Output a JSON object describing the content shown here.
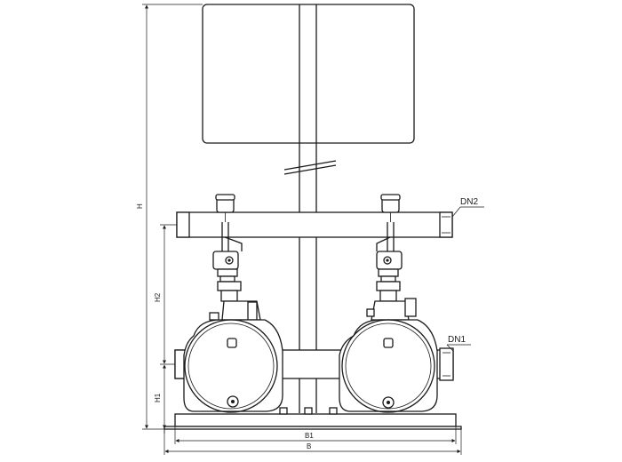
{
  "labels": {
    "dn2": "DN2",
    "dn1": "DN1",
    "h": "H",
    "h2": "H2",
    "h1": "H1",
    "b1": "B1",
    "b": "B"
  },
  "colors": {
    "line": "#1a1a1a",
    "background": "#ffffff"
  }
}
